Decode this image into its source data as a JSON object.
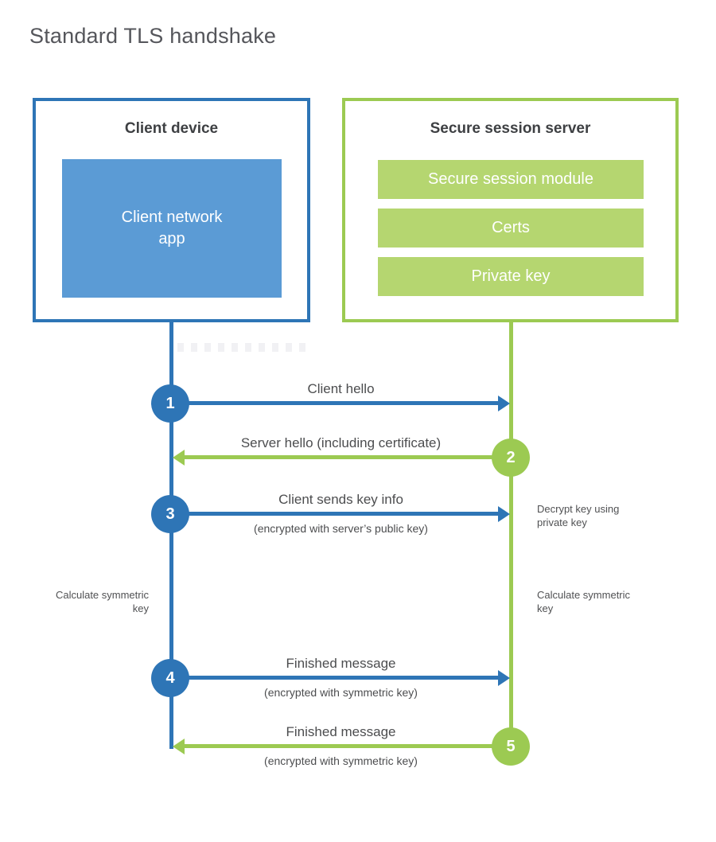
{
  "page": {
    "title": "Standard TLS handshake"
  },
  "colors": {
    "client_accent": "#2e75b6",
    "client_fill": "#5b9bd5",
    "server_accent": "#9cca52",
    "server_fill": "#b5d670",
    "heading_text": "#3e4043",
    "label_text": "#4c4d4f"
  },
  "client": {
    "title": "Client device",
    "app_label": "Client network app"
  },
  "server": {
    "title": "Secure session server",
    "modules": [
      "Secure session module",
      "Certs",
      "Private key"
    ]
  },
  "steps": [
    {
      "num": "1",
      "direction": "client-to-server",
      "label": "Client hello",
      "sublabel": ""
    },
    {
      "num": "2",
      "direction": "server-to-client",
      "label": "Server hello (including certificate)",
      "sublabel": ""
    },
    {
      "num": "3",
      "direction": "client-to-server",
      "label": "Client sends key info",
      "sublabel": "(encrypted with server’s public key)"
    },
    {
      "num": "4",
      "direction": "client-to-server",
      "label": "Finished message",
      "sublabel": "(encrypted with symmetric key)"
    },
    {
      "num": "5",
      "direction": "server-to-client",
      "label": "Finished message",
      "sublabel": "(encrypted with symmetric key)"
    }
  ],
  "notes": {
    "decrypt": "Decrypt key using private key",
    "calc_left": "Calculate symmetric key",
    "calc_right": "Calculate symmetric key"
  }
}
